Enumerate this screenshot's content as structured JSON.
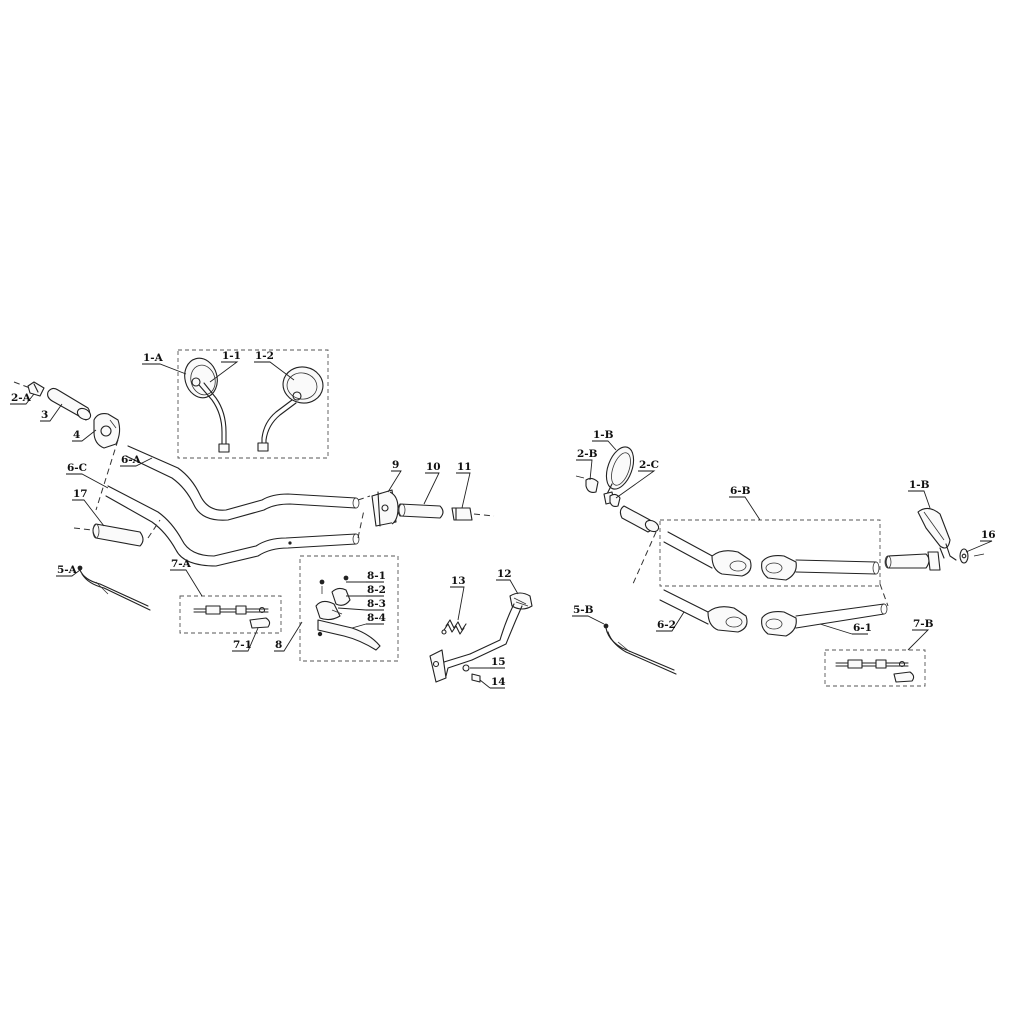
{
  "labels": {
    "l_1A": "1-A",
    "l_1_1": "1-1",
    "l_1_2": "1-2",
    "l_2A": "2-A",
    "l_3": "3",
    "l_4": "4",
    "l_6A": "6-A",
    "l_6C": "6-C",
    "l_17": "17",
    "l_5A": "5-A",
    "l_7A": "7-A",
    "l_7_1": "7-1",
    "l_8": "8",
    "l_8_1": "8-1",
    "l_8_2": "8-2",
    "l_8_3": "8-3",
    "l_8_4": "8-4",
    "l_9": "9",
    "l_10": "10",
    "l_11": "11",
    "l_12": "12",
    "l_13": "13",
    "l_14": "14",
    "l_15": "15",
    "l_1B_left": "1-B",
    "l_2B": "2-B",
    "l_2C": "2-C",
    "l_6B": "6-B",
    "l_1B_right": "1-B",
    "l_16": "16",
    "l_5B": "5-B",
    "l_6_2": "6-2",
    "l_6_1": "6-1",
    "l_7B": "7-B"
  }
}
